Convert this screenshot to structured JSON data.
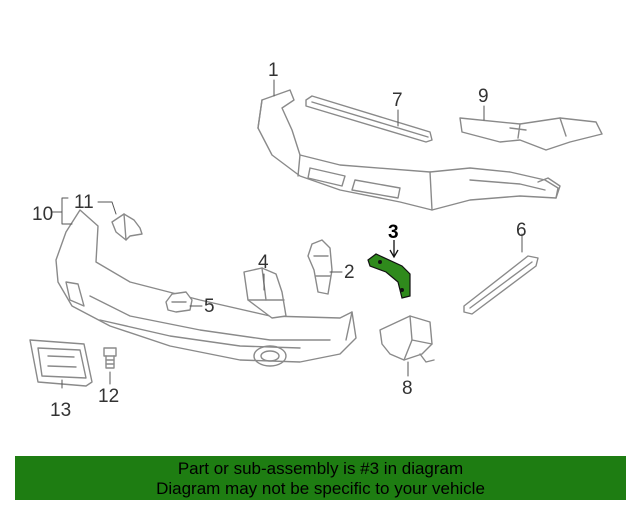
{
  "callouts": {
    "c1": "1",
    "c2": "2",
    "c3": "3",
    "c4": "4",
    "c5": "5",
    "c6": "6",
    "c7": "7",
    "c8": "8",
    "c9": "9",
    "c10": "10",
    "c11": "11",
    "c12": "12",
    "c13": "13"
  },
  "highlighted_part": "3",
  "colors": {
    "highlight": "#2f8a1c",
    "banner": "#1e7d12",
    "line_art": "#8a8a8a"
  },
  "banner": {
    "line1": "Part or sub-assembly is #3 in diagram",
    "line2": "Diagram may not be specific to your vehicle"
  }
}
